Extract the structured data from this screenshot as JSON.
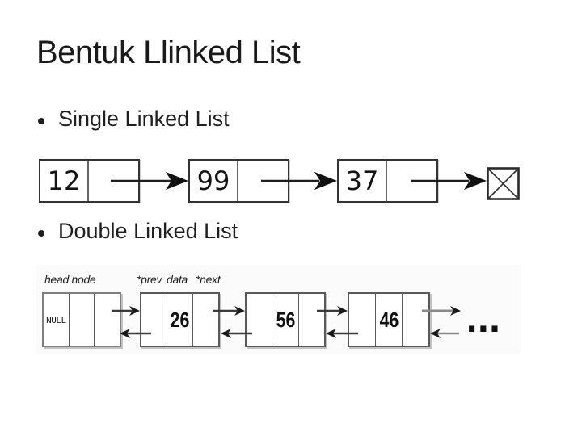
{
  "slide": {
    "title": "Bentuk Llinked List",
    "bullet_single": "Single Linked List",
    "bullet_double": "Double Linked List"
  },
  "single_linked_list": {
    "nodes": [
      {
        "data": "12"
      },
      {
        "data": "99"
      },
      {
        "data": "37"
      }
    ],
    "terminator_icon": "crossed-box-null"
  },
  "double_linked_list": {
    "head_label": "head node",
    "field_labels": {
      "prev": "*prev",
      "data": "data",
      "next": "*next"
    },
    "head_node": {
      "prev": "NULL",
      "data": "",
      "next": ""
    },
    "nodes": [
      {
        "prev": "",
        "data": "26",
        "next": ""
      },
      {
        "prev": "",
        "data": "56",
        "next": ""
      },
      {
        "prev": "",
        "data": "46",
        "next": ""
      }
    ],
    "ellipsis": "..."
  },
  "colors": {
    "background": "#ffffff",
    "title_text": "#1a1a1a",
    "body_text": "#1f1f1f",
    "diagram_line": "#333333",
    "diagram_shadow": "#c2c2c2"
  }
}
